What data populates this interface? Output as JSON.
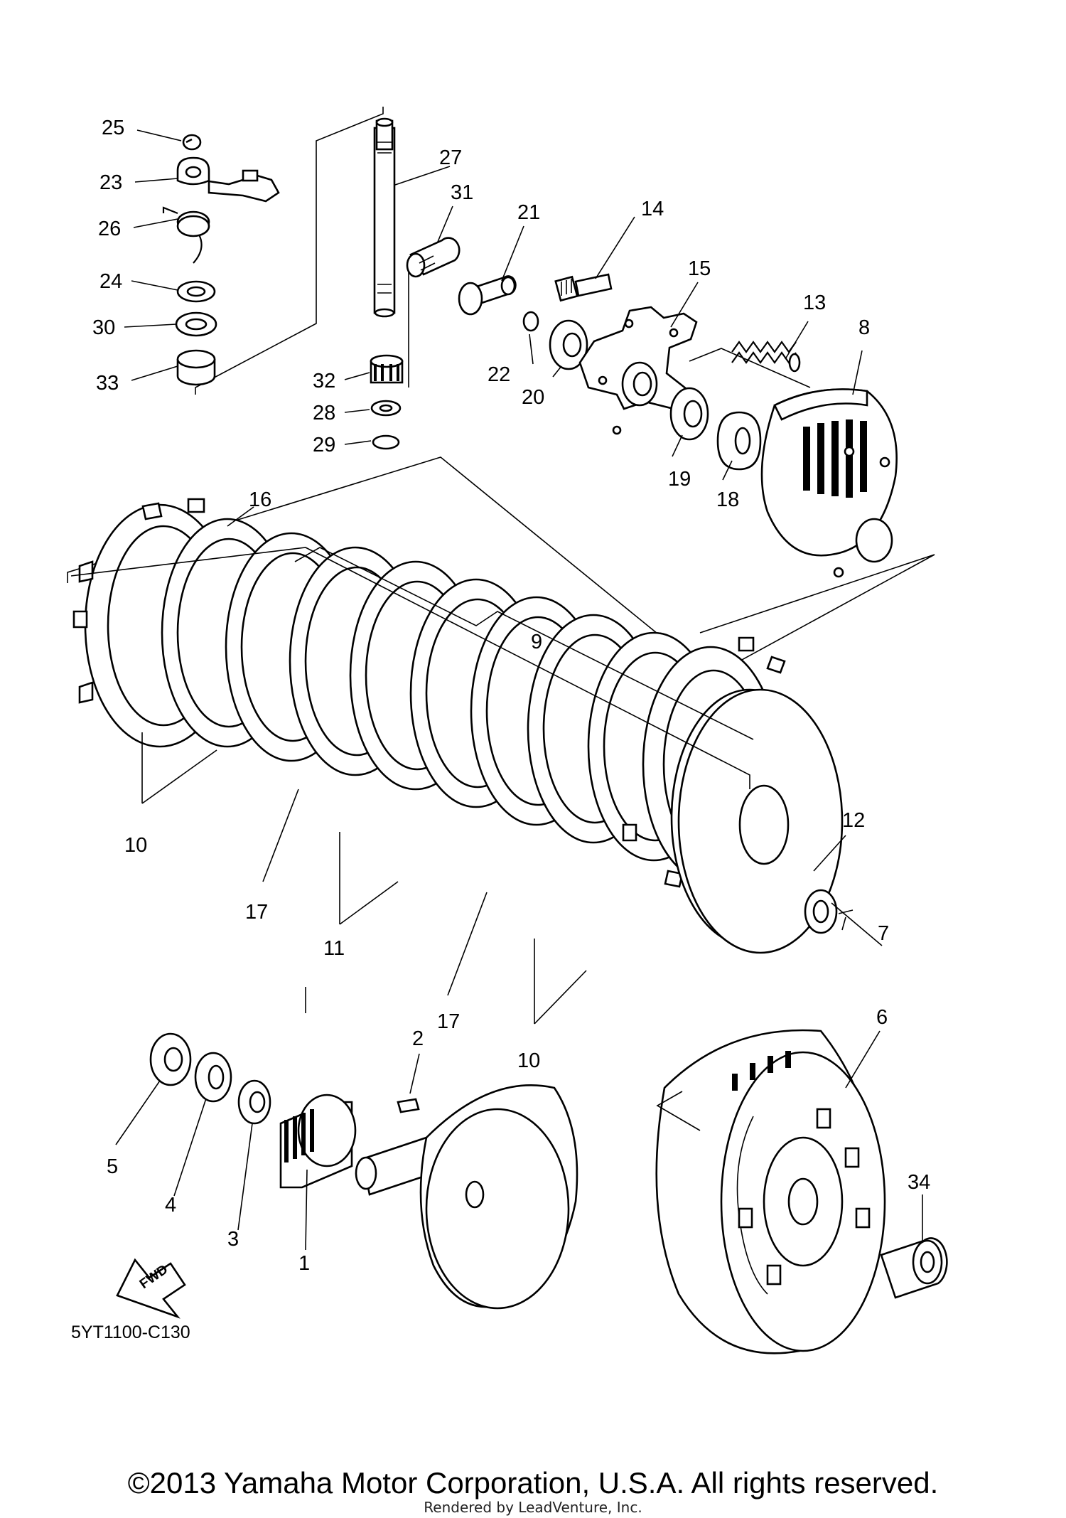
{
  "diagram_code": "5YT1100-C130",
  "fwd_label": "FWD",
  "copyright": "©2013 Yamaha Motor Corporation, U.S.A. All rights reserved.",
  "rendered_by": "Rendered by LeadVenture, Inc.",
  "callouts": {
    "c1": "1",
    "c2": "2",
    "c3": "3",
    "c4": "4",
    "c5": "5",
    "c6": "6",
    "c7": "7",
    "c8": "8",
    "c9": "9",
    "c10a": "10",
    "c10b": "10",
    "c11": "11",
    "c12": "12",
    "c13": "13",
    "c14": "14",
    "c15": "15",
    "c16": "16",
    "c17a": "17",
    "c17b": "17",
    "c18": "18",
    "c19": "19",
    "c20": "20",
    "c21": "21",
    "c22": "22",
    "c23": "23",
    "c24": "24",
    "c25": "25",
    "c26": "26",
    "c27": "27",
    "c28": "28",
    "c29": "29",
    "c30": "30",
    "c31": "31",
    "c32": "32",
    "c33": "33",
    "c34": "34"
  }
}
